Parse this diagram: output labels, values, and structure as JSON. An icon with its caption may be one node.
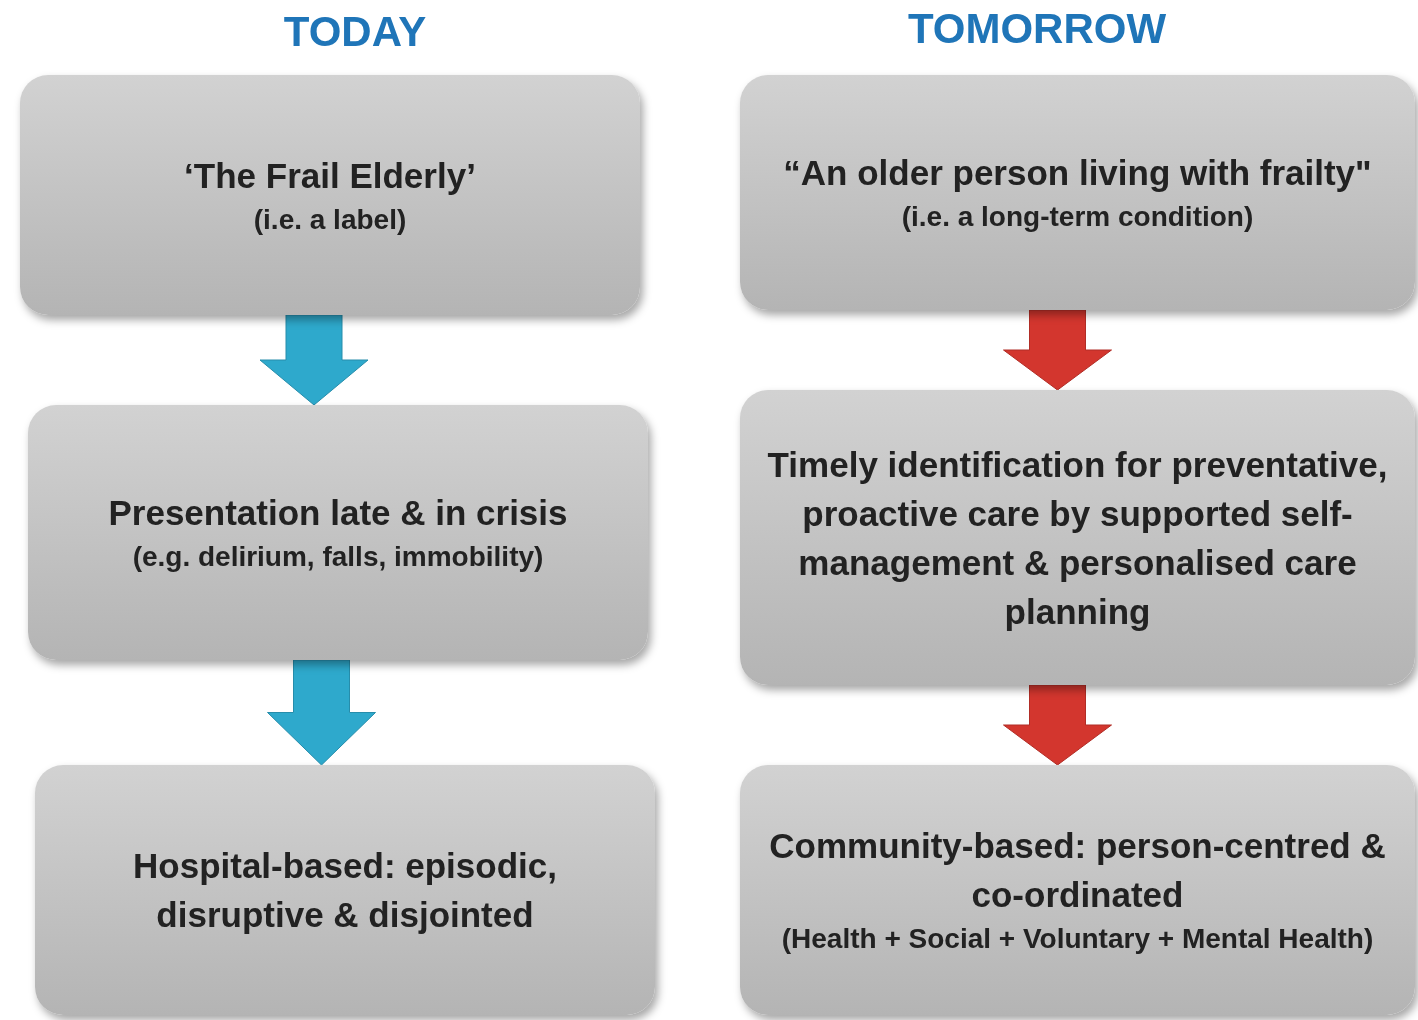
{
  "diagram": {
    "nodes": [
      {
        "text": [
          "‘The Frail Elderly’",
          "(i.e. a label)"
        ]
      },
      {
        "text": [
          "Presentation late & in crisis",
          "(e.g. delirium, falls, immobility)"
        ]
      },
      {
        "text": [
          "Hospital-based: episodic, disruptive & disjointed"
        ]
      },
      {
        "text": [
          "“An older person living with frailty\"",
          "(i.e. a long-term condition)"
        ]
      },
      {
        "text": [
          "Timely identification for preventative, proactive care by supported self-management & personalised care planning"
        ]
      },
      {
        "text": [
          "Community-based: person-centred & co-ordinated",
          "(Health + Social + Voluntary + Mental Health)"
        ]
      }
    ],
    "edges": [
      {
        "from": 0,
        "to": 1,
        "arrow": "to",
        "color": "#2ea9cc"
      },
      {
        "from": 1,
        "to": 2,
        "arrow": "to",
        "color": "#2ea9cc"
      },
      {
        "from": 3,
        "to": 4,
        "arrow": "to",
        "color": "#d3362e"
      },
      {
        "from": 4,
        "to": 5,
        "arrow": "to",
        "color": "#d3362e"
      }
    ],
    "labels": [
      "TODAY",
      "TOMORROW"
    ]
  }
}
